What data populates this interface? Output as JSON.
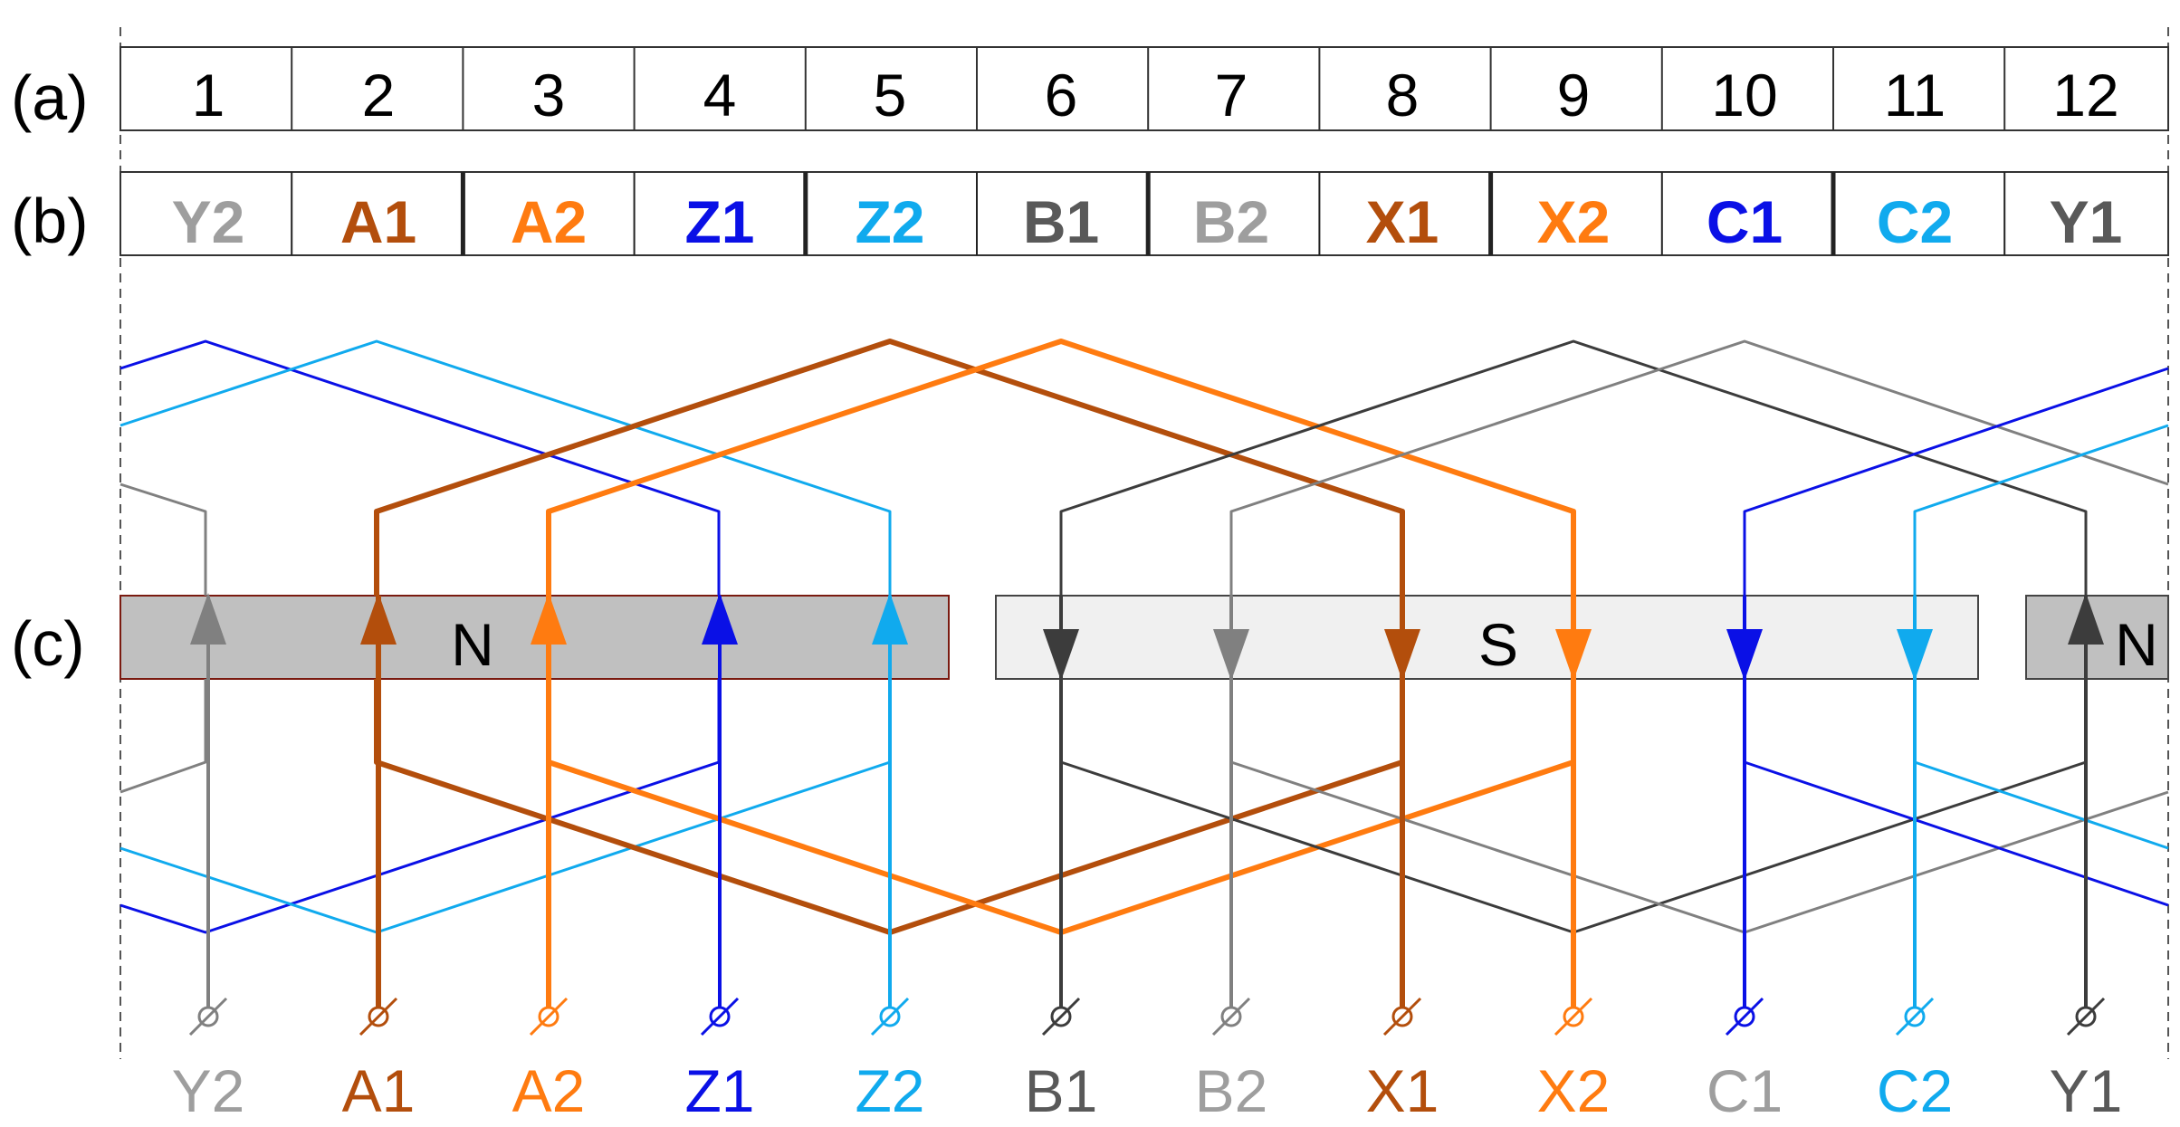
{
  "row_labels": {
    "a": "(a)",
    "b": "(b)",
    "c": "(c)"
  },
  "slot_numbers": [
    "1",
    "2",
    "3",
    "4",
    "5",
    "6",
    "7",
    "8",
    "9",
    "10",
    "11",
    "12"
  ],
  "slot_coils": [
    {
      "label": "Y2",
      "color": "#9e9e9e"
    },
    {
      "label": "A1",
      "color": "#b34e0c"
    },
    {
      "label": "A2",
      "color": "#ff7b10"
    },
    {
      "label": "Z1",
      "color": "#0a10e6"
    },
    {
      "label": "Z2",
      "color": "#10aaee"
    },
    {
      "label": "B1",
      "color": "#595959"
    },
    {
      "label": "B2",
      "color": "#9e9e9e"
    },
    {
      "label": "X1",
      "color": "#b34e0c"
    },
    {
      "label": "X2",
      "color": "#ff7b10"
    },
    {
      "label": "C1",
      "color": "#0a10e6"
    },
    {
      "label": "C2",
      "color": "#10aaee"
    },
    {
      "label": "Y1",
      "color": "#595959"
    }
  ],
  "poles": [
    {
      "label": "N",
      "fill": "#c0c0c0",
      "border": "#7a1a10"
    },
    {
      "label": "S",
      "fill": "#f0f0f0",
      "border": "#444444"
    },
    {
      "label": "N",
      "fill": "#c0c0c0",
      "border": "#444444"
    }
  ],
  "terminal_labels": [
    {
      "label": "Y2",
      "color": "#9e9e9e"
    },
    {
      "label": "A1",
      "color": "#b34e0c"
    },
    {
      "label": "A2",
      "color": "#ff7b10"
    },
    {
      "label": "Z1",
      "color": "#0a10e6"
    },
    {
      "label": "Z2",
      "color": "#10aaee"
    },
    {
      "label": "B1",
      "color": "#595959"
    },
    {
      "label": "B2",
      "color": "#9e9e9e"
    },
    {
      "label": "X1",
      "color": "#b34e0c"
    },
    {
      "label": "X2",
      "color": "#ff7b10"
    },
    {
      "label": "C1",
      "color": "#9e9e9e"
    },
    {
      "label": "C2",
      "color": "#10aaee"
    },
    {
      "label": "Y1",
      "color": "#595959"
    }
  ],
  "conductor_directions": [
    "up",
    "up",
    "up",
    "up",
    "up",
    "down",
    "down",
    "down",
    "down",
    "down",
    "down",
    "up"
  ],
  "conductor_colors": [
    "#808080",
    "#b34e0c",
    "#ff7b10",
    "#0a10e6",
    "#10aaee",
    "#3c3c3c",
    "#808080",
    "#b34e0c",
    "#ff7b10",
    "#0a10e6",
    "#10aaee",
    "#3c3c3c"
  ]
}
